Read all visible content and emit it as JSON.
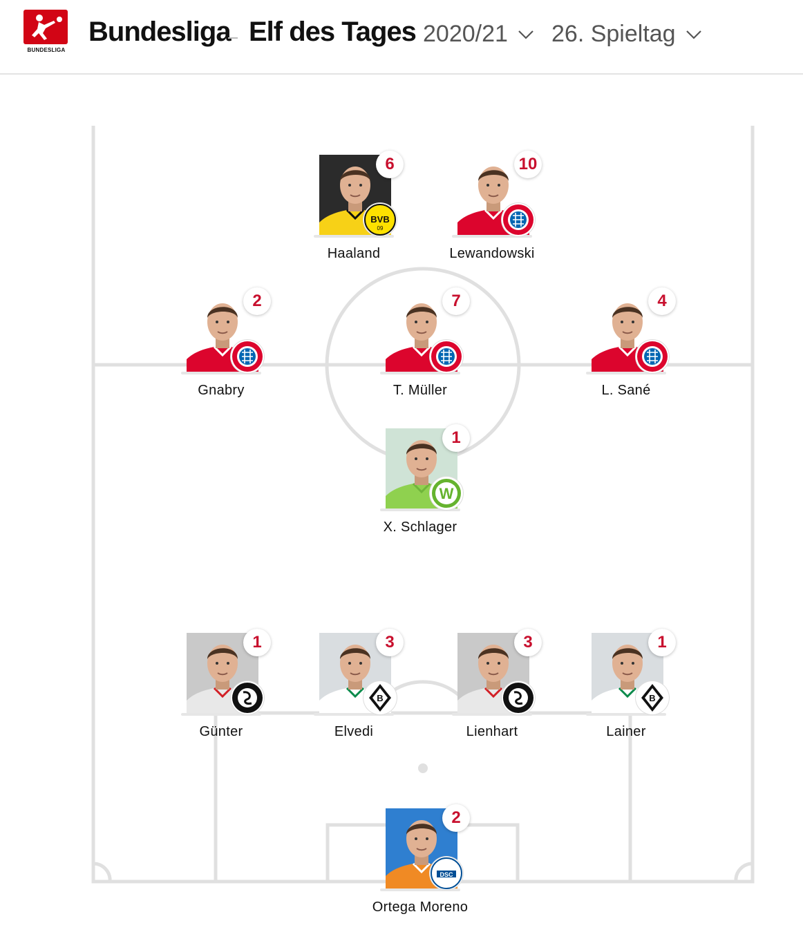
{
  "header": {
    "logo_text": "BUNDESLIGA",
    "title": "Bundesliga",
    "subtitle": "Elf des Tages",
    "season": "2020/21",
    "matchday": "26. Spieltag"
  },
  "colors": {
    "accent": "#d20515",
    "badge_text": "#c8102e",
    "pitch_lines": "#e0e0e0"
  },
  "players": [
    {
      "name": "Haaland",
      "count": "6",
      "club": "bvb"
    },
    {
      "name": "Lewandowski",
      "count": "10",
      "club": "bayern"
    },
    {
      "name": "Gnabry",
      "count": "2",
      "club": "bayern"
    },
    {
      "name": "T. Müller",
      "count": "7",
      "club": "bayern"
    },
    {
      "name": "L. Sané",
      "count": "4",
      "club": "bayern"
    },
    {
      "name": "X. Schlager",
      "count": "1",
      "club": "wolfsburg"
    },
    {
      "name": "Günter",
      "count": "1",
      "club": "freiburg"
    },
    {
      "name": "Elvedi",
      "count": "3",
      "club": "gladbach"
    },
    {
      "name": "Lienhart",
      "count": "3",
      "club": "freiburg"
    },
    {
      "name": "Lainer",
      "count": "1",
      "club": "gladbach"
    },
    {
      "name": "Ortega Moreno",
      "count": "2",
      "club": "bielefeld"
    }
  ]
}
